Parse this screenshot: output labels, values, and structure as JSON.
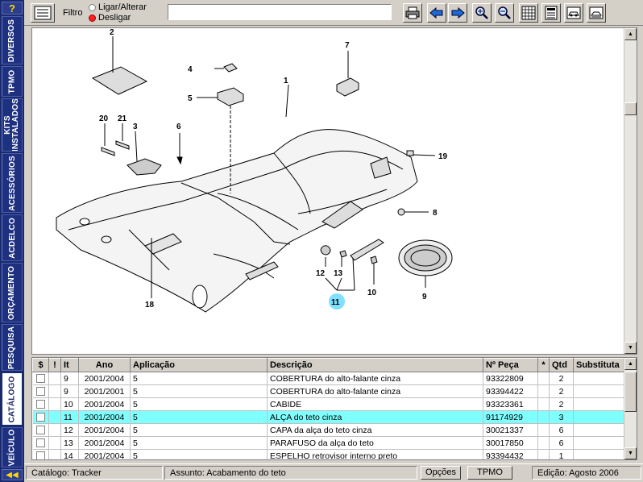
{
  "sidebar": {
    "help": "?",
    "tabs": [
      {
        "label": "DIVERSOS"
      },
      {
        "label": "TPMO"
      },
      {
        "label": "KITS INSTALADOS"
      },
      {
        "label": "ACESSÓRIOS"
      },
      {
        "label": "ACDELCO"
      },
      {
        "label": "ORÇAMENTO"
      },
      {
        "label": "PESQUISA"
      },
      {
        "label": "CATÁLOGO"
      },
      {
        "label": "VEÍCULO"
      }
    ],
    "collapse": "◀◀"
  },
  "toolbar": {
    "filter_label": "Filtro",
    "radio_on_label": "Ligar/Alterar",
    "radio_off_label": "Desligar",
    "selected_radio": "Desligar",
    "search_value": ""
  },
  "diagram": {
    "callouts": [
      "1",
      "2",
      "3",
      "4",
      "5",
      "6",
      "7",
      "8",
      "9",
      "10",
      "11",
      "12",
      "13",
      "18",
      "19",
      "20",
      "21"
    ],
    "highlighted_callout": "11",
    "highlight_color": "#7fe0ff"
  },
  "table": {
    "headers": [
      "$",
      "!",
      "It",
      "Ano",
      "Aplicação",
      "Descrição",
      "Nº Peça",
      "*",
      "Qtd",
      "Substituta"
    ],
    "rows": [
      {
        "it": "9",
        "ano": "2001/2004",
        "aplicacao": "5",
        "descricao": "COBERTURA do alto-falante cinza",
        "peca": "93322809",
        "qtd": "2",
        "selected": false
      },
      {
        "it": "9",
        "ano": "2001/2001",
        "aplicacao": "5",
        "descricao": "COBERTURA do alto-falante cinza",
        "peca": "93394422",
        "qtd": "2",
        "selected": false
      },
      {
        "it": "10",
        "ano": "2001/2004",
        "aplicacao": "5",
        "descricao": "CABIDE",
        "peca": "93323361",
        "qtd": "2",
        "selected": false
      },
      {
        "it": "11",
        "ano": "2001/2004",
        "aplicacao": "5",
        "descricao": "ALÇA do teto cinza",
        "peca": "91174929",
        "qtd": "3",
        "selected": true
      },
      {
        "it": "12",
        "ano": "2001/2004",
        "aplicacao": "5",
        "descricao": "CAPA da alça do teto cinza",
        "peca": "30021337",
        "qtd": "6",
        "selected": false
      },
      {
        "it": "13",
        "ano": "2001/2004",
        "aplicacao": "5",
        "descricao": "PARAFUSO da alça do teto",
        "peca": "30017850",
        "qtd": "6",
        "selected": false
      },
      {
        "it": "14",
        "ano": "2001/2004",
        "aplicacao": "5",
        "descricao": "ESPELHO retrovisor interno preto",
        "peca": "93394432",
        "qtd": "1",
        "selected": false
      }
    ],
    "selected_color": "#80ffff"
  },
  "status": {
    "catalogo": "Catálogo: Tracker",
    "assunto": "Assunto: Acabamento do teto",
    "opcoes": "Opções",
    "tpmo": "TPMO",
    "edicao": "Edição: Agosto 2006"
  }
}
